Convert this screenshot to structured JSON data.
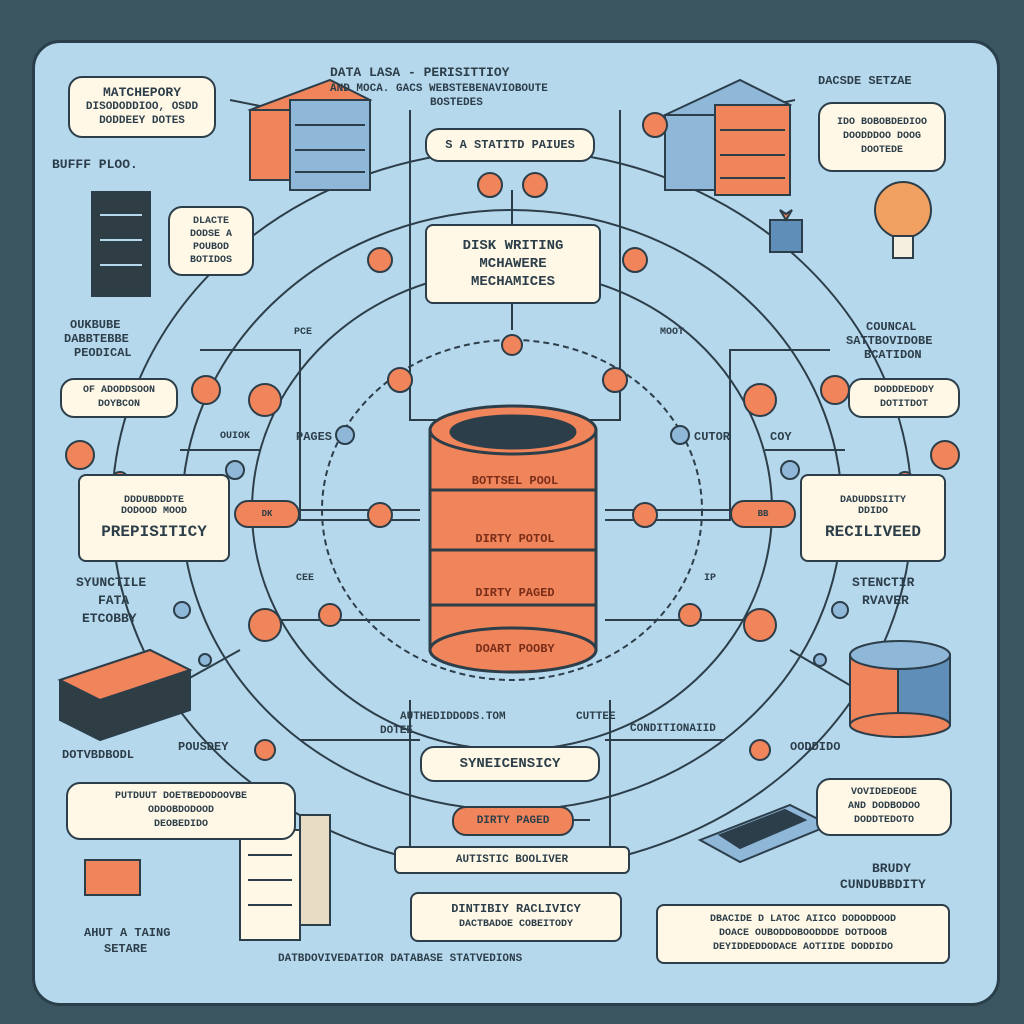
{
  "title": {
    "line1": "DATA LASA - PERISITTIOY",
    "line2": "AND MOCA. GACS WEBSTEBENAVIOBOUTE",
    "line3": "BOSTEDES"
  },
  "center": {
    "heading_line1": "DISK WRITING",
    "heading_line2": "MCHAWERE",
    "heading_line3": "MECHAMICES",
    "top_label": "S A STATITD PAIUES",
    "cylinder_bands": [
      "BOTTSEL POOL",
      "DIRTY POTOL",
      "DIRTY PAGED",
      "DOART POOBY"
    ]
  },
  "left": {
    "matchepory_title": "MATCHEPORY",
    "matchepory_line2": "DISODODDIOO, OSDD",
    "matchepory_line3": "DODDEEY DOTES",
    "buffer_pool": "BUFFF PLOO.",
    "dlacte_line1": "DLACTE",
    "dlacte_line2": "DODSE A",
    "dlacte_line3": "POUBOD",
    "dlacte_line4": "BOTIDOS",
    "oukbube_line1": "OUKBUBE",
    "oukbube_line2": "DABBTEBBE",
    "oukbube_line3": "PEODICAL",
    "of_line1": "OF ADODDSOON",
    "of_line2": "DOYBCON",
    "pages_label": "PAGES",
    "prep_line1": "DDDUBDDDTE",
    "prep_line2": "DODOOD MOOD",
    "prep_title": "PREPISITICY",
    "syn_line1": "SYUNCTILE",
    "syn_line2": "FATA",
    "syn_line3": "ETCOBBY",
    "dotvbdbodl": "DOTVBDBODL",
    "pousdey": "POUSDEY",
    "auth_line1": "AUTHEDIDDODS.TOM",
    "auth_line2": "DOTEE",
    "lower_note_line1": "PUTDUUT DOETBEDODOOVBE",
    "lower_note_line2": "ODDOBDODOOD",
    "lower_note_line3": "DEOBEDIDO",
    "ahut_line1": "AHUT A TAING",
    "ahut_line2": "SETARE"
  },
  "right": {
    "dacsde_title": "DACSDE SETZAE",
    "dacsde_line2": "IDO BOBOBDEDIOO",
    "dacsde_line3": "DOODDDOO DOOG",
    "dacsde_line4": "DOOTEDE",
    "coun_line1": "COUNCAL",
    "coun_line2": "SATTBOVIDOBE",
    "coun_line3": "BCATIDON",
    "dd_line1": "DODDDEDODY",
    "dd_line2": "DOTITDOT",
    "cutor": "CUTOR",
    "coy": "COY",
    "recl_line1": "DADUDDSIITY",
    "recl_line2": "DDIDO",
    "recl_title": "RECILIVEED",
    "sten_line1": "STENCTIR",
    "sten_line2": "RVAVER",
    "cuttee": "CUTTEE",
    "conditionaid": "CONDITIONAIID",
    "right_small": "OODDIDO",
    "note_line1": "VOVIDEDEODE",
    "note_line2": "AND DODBODOO",
    "note_line3": "DODDTEDOTO",
    "brudy_line1": "BRUDY",
    "brudy_line2": "CUNDUBBDITY"
  },
  "bottom": {
    "sync_label": "SYNEICENSICY",
    "dirty_pages": "DIRTY PAGED",
    "autist": "AUTISTIC BOOLIVER",
    "dint_line1": "DINTIBIY RACLIVICY",
    "dint_line2": "DACTBADOE COBEITODY",
    "dbnote_line1": "DBACIDE D LATOC AIICO DODODDOOD",
    "dbnote_line2": "DOACE OUBODDOBOODDDE DOTDOOB",
    "dbnote_line3": "DEYIDDEDDODACE AOTIIDE DODDIDO",
    "footer": "DATBDOVIVEDATIOR DATABASE STATVEDIONS"
  },
  "small_labels": {
    "ck": "OUIOK",
    "pce": "PCE",
    "cee": "CEE",
    "moot": "MOOT",
    "dk": "DK",
    "bb": "BB",
    "ip": "IP"
  },
  "colors": {
    "background": "#3b5560",
    "panel": "#b6d8ec",
    "accent": "#f0845a",
    "ink": "#2c3e4a",
    "paper": "#fff8e6",
    "node_blue": "#8fb7d8"
  }
}
